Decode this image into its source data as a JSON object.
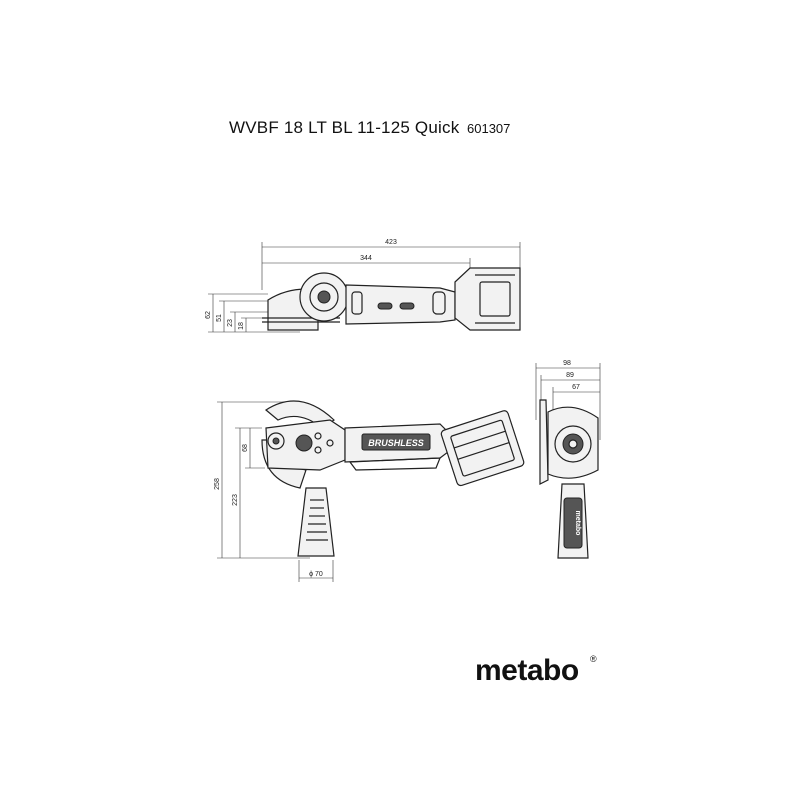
{
  "header": {
    "model": "WVBF 18 LT BL 11-125 Quick",
    "article_number": "601307"
  },
  "dimensions": {
    "overall_length": "423",
    "motor_length": "344",
    "height_total_side": "62",
    "height_a": "51",
    "height_b": "23",
    "height_c": "18",
    "guard_height": "68",
    "total_height_with_handle": "258",
    "height_to_handle": "223",
    "handle_diameter": "ϕ 70",
    "width_a": "98",
    "width_b": "89",
    "width_c": "67"
  },
  "labels": {
    "brushless_label": "BRUSHLESS",
    "handle_brand": "metabo"
  },
  "brand": {
    "logo_text": "metabo",
    "registered": "®"
  },
  "colors": {
    "line": "#222222",
    "fill": "#f2f2f2"
  }
}
